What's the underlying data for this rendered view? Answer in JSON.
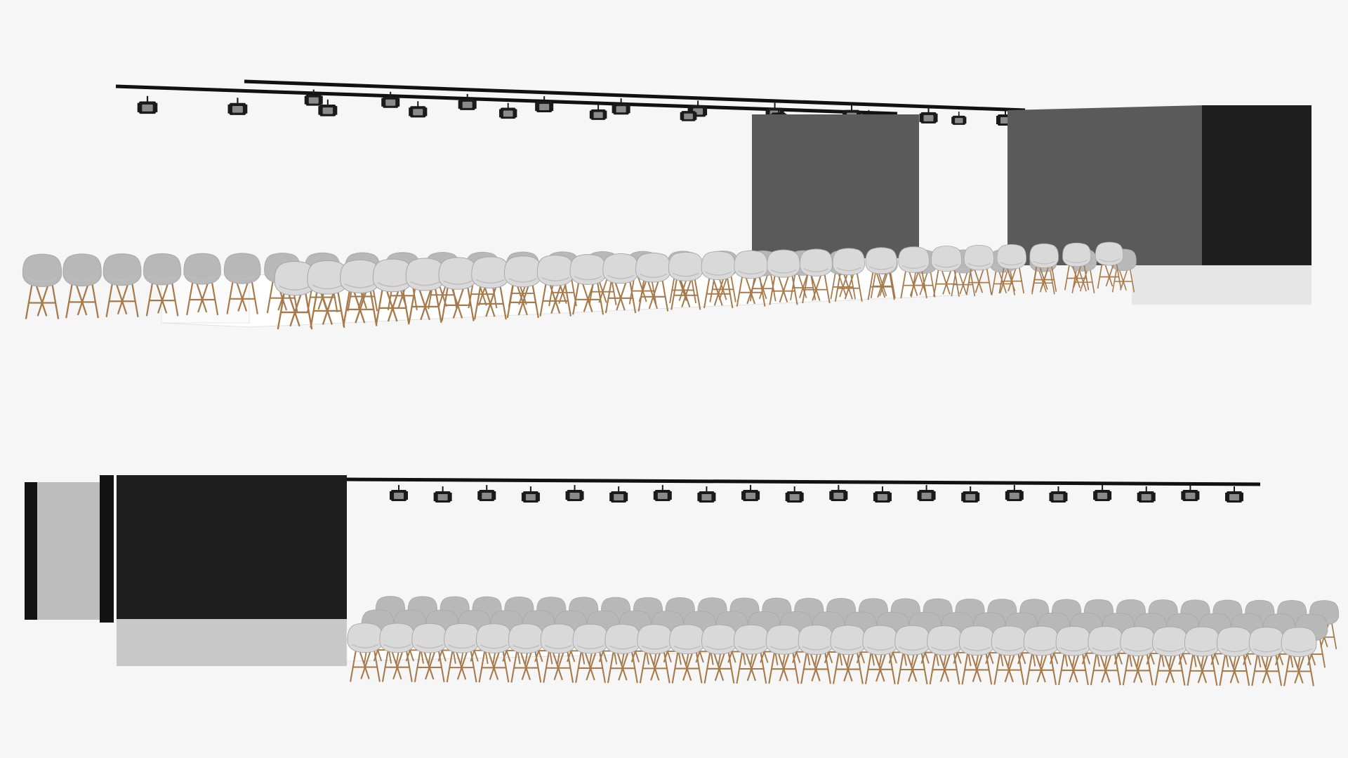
{
  "image": {
    "kind": "3d-render",
    "background_color": "#f6f6f6",
    "views": [
      {
        "id": "top",
        "light_count": 20,
        "chair_rows": 2,
        "block_color": "#5a5a5a",
        "block_dark_color": "#1e1e1e",
        "runway_color": "#ffffff"
      },
      {
        "id": "bottom",
        "light_count": 20,
        "chair_rows": 3,
        "block_color": "#1e1e1e",
        "block_dark_color": "#121212",
        "runway_color": "#ffffff"
      }
    ],
    "colors": {
      "rail": "#111111",
      "light_body": "#1a1a1a",
      "light_lens": "#8a8a8a",
      "chair_shell": "#d9d9d9",
      "chair_shell_shadow": "#b8b8b8",
      "chair_leg": "#a77a4b",
      "plinth": "#c8c8c8"
    }
  }
}
